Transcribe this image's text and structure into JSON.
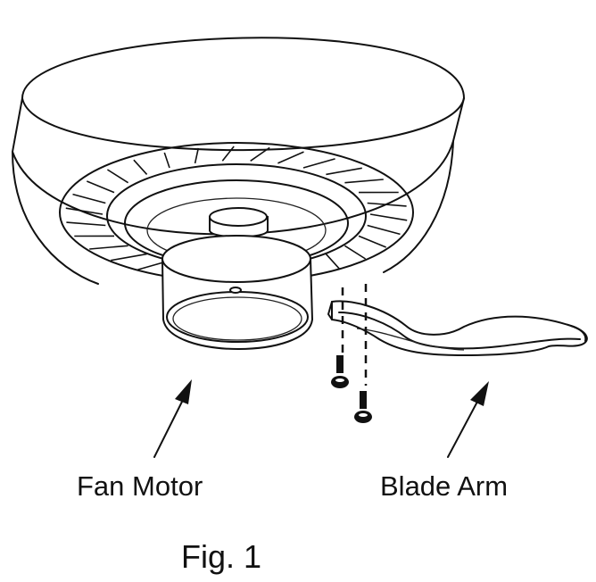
{
  "labels": {
    "fan_motor": "Fan Motor",
    "blade_arm": "Blade Arm",
    "figure": "Fig. 1"
  },
  "colors": {
    "line": "#111111",
    "background": "#ffffff"
  },
  "vent_slots": 30
}
